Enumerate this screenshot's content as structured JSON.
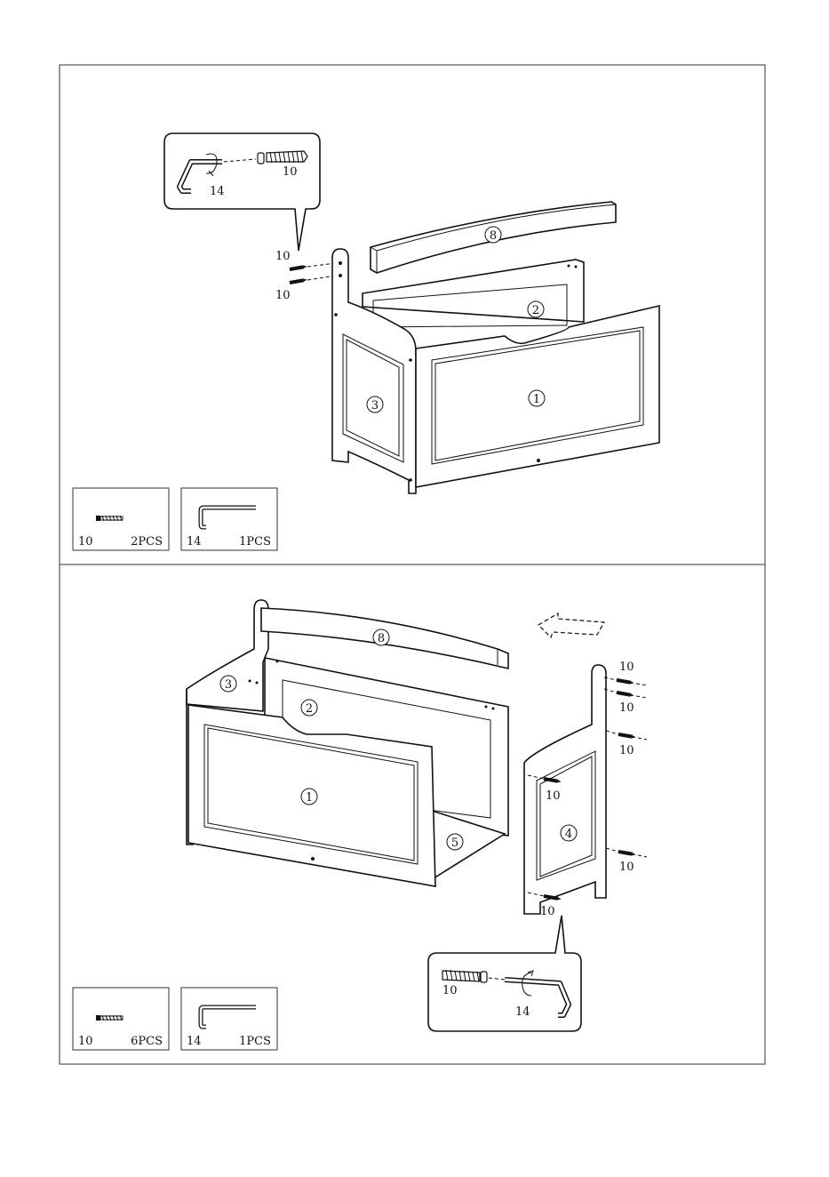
{
  "step1": {
    "part_labels": {
      "front": "1",
      "back": "2",
      "side_left": "3",
      "top_rail": "8"
    },
    "callout": {
      "screw": "10",
      "key": "14"
    },
    "screw_labels": [
      "10",
      "10"
    ],
    "parts_box": [
      {
        "part": "10",
        "qty": "2PCS",
        "icon": "screw-icon"
      },
      {
        "part": "14",
        "qty": "1PCS",
        "icon": "allen-key-icon"
      }
    ]
  },
  "step2": {
    "part_labels": {
      "front": "1",
      "back": "2",
      "side_left": "3",
      "side_right": "4",
      "bottom": "5",
      "top_rail": "8"
    },
    "callout": {
      "screw": "10",
      "key": "14"
    },
    "screw_labels": [
      "10",
      "10",
      "10",
      "10",
      "10",
      "10"
    ],
    "parts_box": [
      {
        "part": "10",
        "qty": "6PCS",
        "icon": "screw-icon"
      },
      {
        "part": "14",
        "qty": "1PCS",
        "icon": "allen-key-icon"
      }
    ]
  }
}
